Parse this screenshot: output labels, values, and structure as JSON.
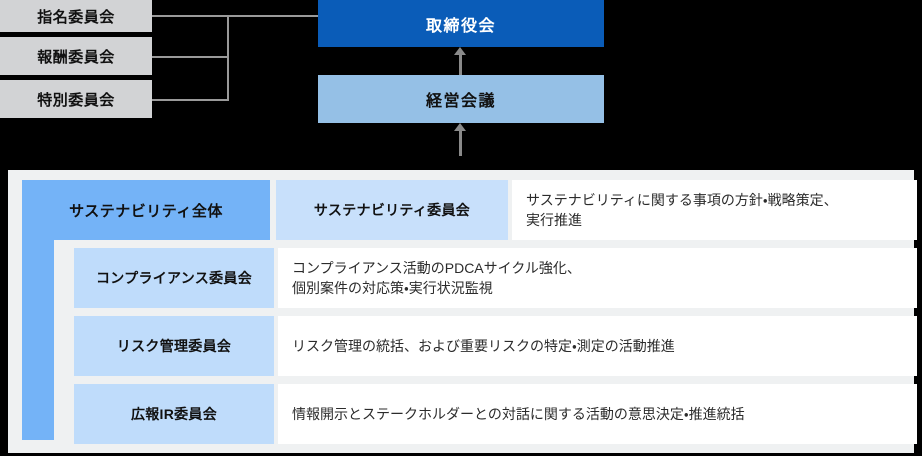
{
  "top": {
    "committees": [
      {
        "label": "指名委員会"
      },
      {
        "label": "報酬委員会"
      },
      {
        "label": "特別委員会"
      }
    ],
    "board": {
      "label": "取締役会"
    },
    "management": {
      "label": "経営会議"
    }
  },
  "panel": {
    "overall": {
      "label": "サステナビリティ全体"
    },
    "rows": [
      {
        "label": "サステナビリティ委員会",
        "desc_lines": [
          "サステナビリティに関する事項の方針・戦略策定、",
          "実行推進"
        ]
      },
      {
        "label": "コンプライアンス委員会",
        "desc_lines": [
          "コンプライアンス活動のPDCAサイクル強化、",
          "個別案件の対応策・実行状況監視"
        ]
      },
      {
        "label": "リスク管理委員会",
        "desc_lines": [
          "リスク管理の統括、および重要リスクの特定・測定の活動推進"
        ]
      },
      {
        "label": "広報IR委員会",
        "desc_lines": [
          "情報開示とステークホルダーとの対話に関する活動の意思決定・推進統括"
        ]
      }
    ]
  },
  "colors": {
    "board_blue": "#0a5cb8",
    "management_blue": "#95c0e6",
    "overall_blue": "#74b3f7",
    "committee_blue": "#bfdcfb",
    "chip_gray": "#d2d3d5",
    "panel_bg": "#eff1f2",
    "line_gray": "#9a9a9a"
  }
}
